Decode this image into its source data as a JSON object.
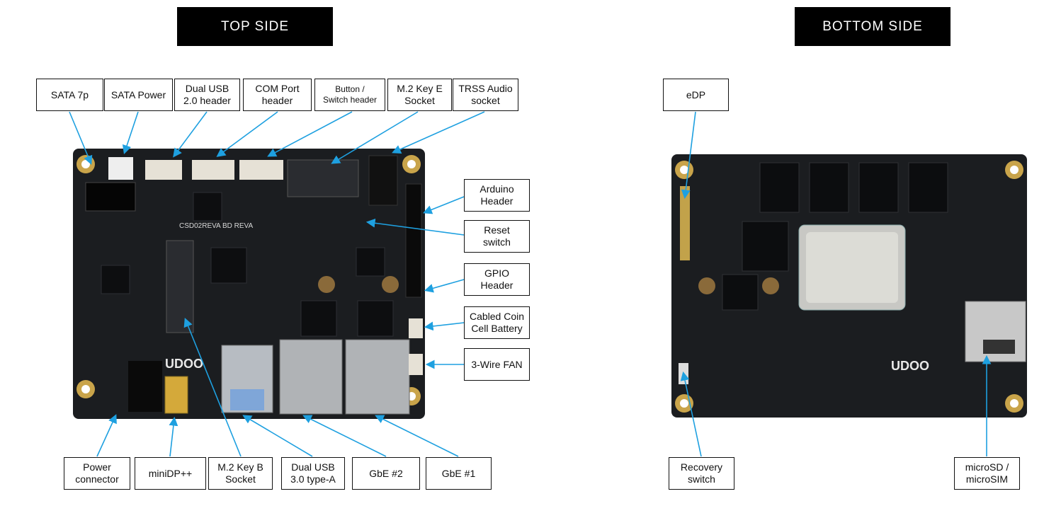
{
  "headers": {
    "top_side": "TOP SIDE",
    "bottom_side": "BOTTOM SIDE"
  },
  "top_labels": {
    "sata7p": "SATA 7p",
    "sata_power": "SATA Power",
    "dual_usb_20": "Dual USB\n2.0 header",
    "com_port": "COM Port\nheader",
    "button_switch": "Button /\nSwitch header",
    "m2_key_e": "M.2 Key E\nSocket",
    "trss_audio": "TRSS Audio\nsocket",
    "arduino": "Arduino\nHeader",
    "reset": "Reset\nswitch",
    "gpio": "GPIO\nHeader",
    "coin_cell": "Cabled Coin\nCell Battery",
    "fan": "3-Wire FAN",
    "power": "Power\nconnector",
    "minidp": "miniDP++",
    "m2_key_b": "M.2 Key B\nSocket",
    "dual_usb_30": "Dual USB\n3.0 type-A",
    "gbe2": "GbE #2",
    "gbe1": "GbE #1"
  },
  "bottom_labels": {
    "edp": "eDP",
    "recovery": "Recovery\nswitch",
    "microsd": "microSD /\nmicroSIM"
  },
  "board_text": {
    "top_silk": "CSD02REVA BD REVA",
    "brand": "UDOO"
  },
  "colors": {
    "header_bg": "#000000",
    "arrow": "#1ea0e0",
    "pcb": "#1b1d20",
    "gold": "#c9a44a"
  }
}
